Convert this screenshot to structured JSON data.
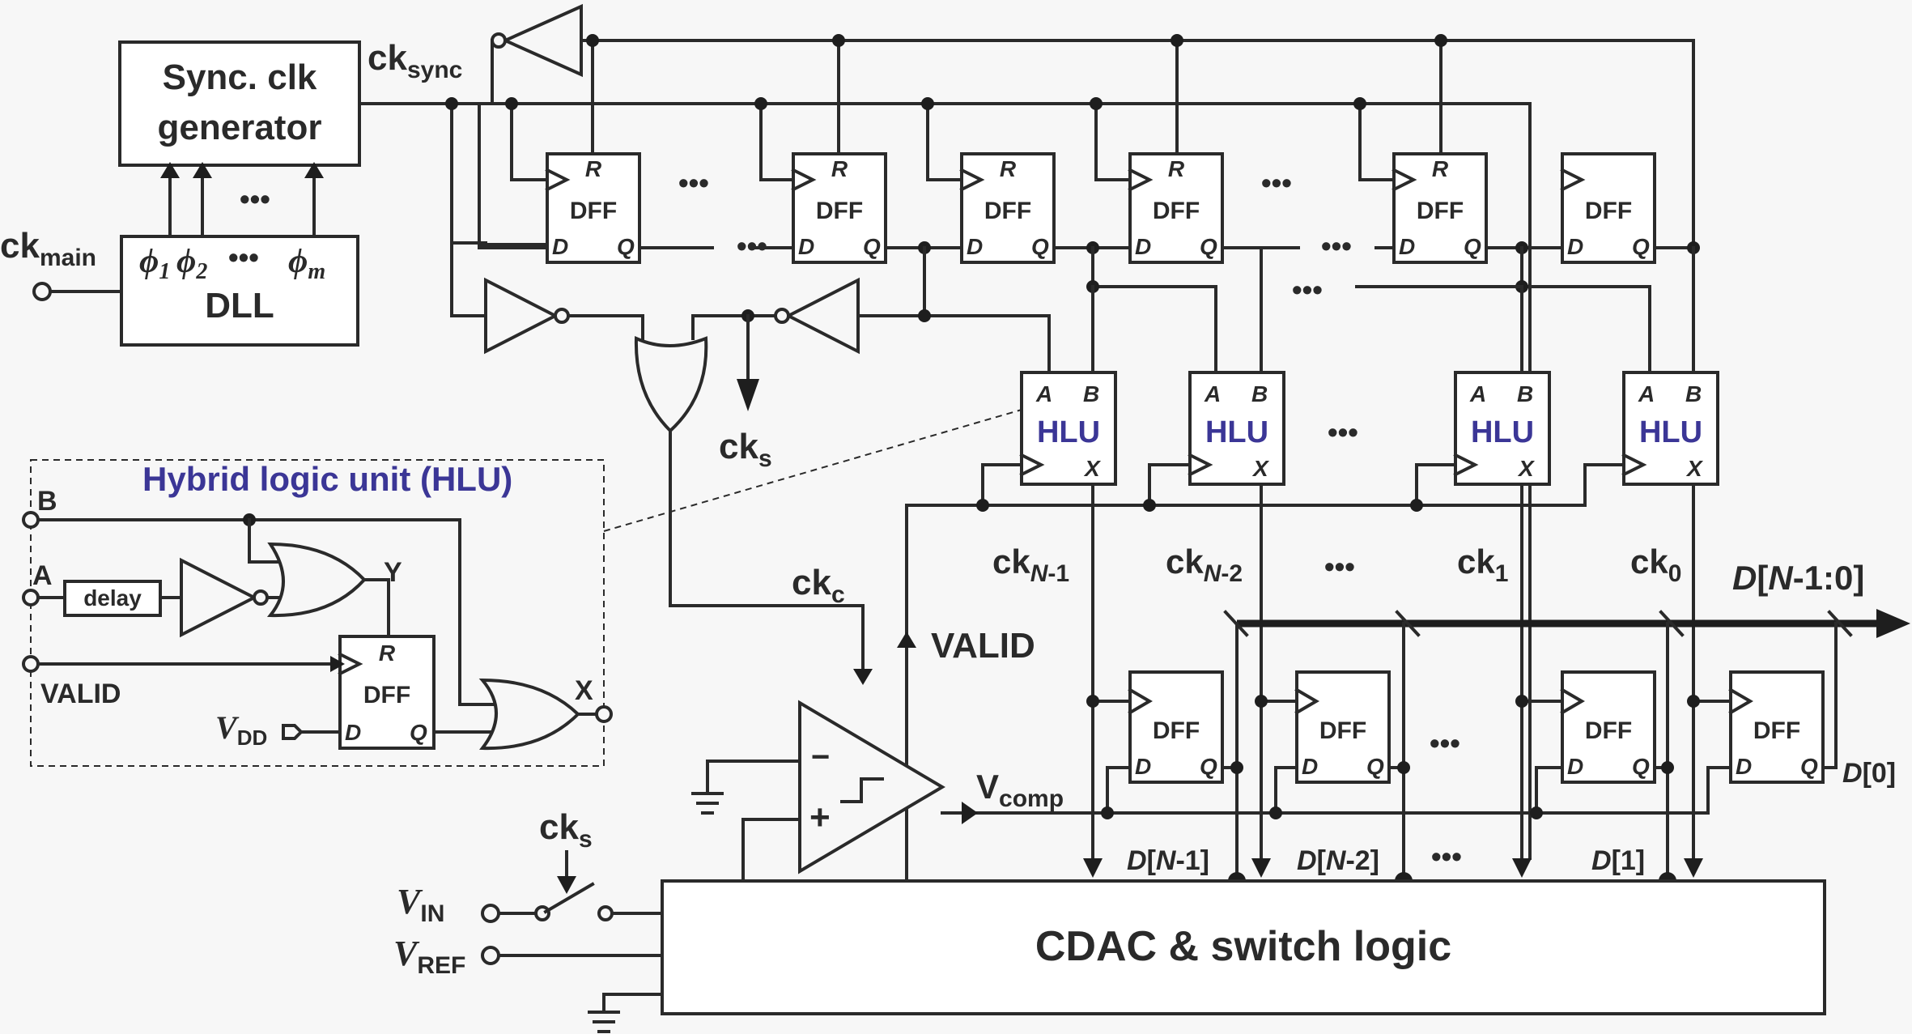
{
  "blocks": {
    "sync_gen_line1": "Sync. clk",
    "sync_gen_line2": "generator",
    "dll": "DLL",
    "dff": "DFF",
    "hlu": "HLU",
    "cdac": "CDAC & switch logic",
    "delay": "delay",
    "hlu_title": "Hybrid logic unit (HLU)"
  },
  "pins": {
    "R": "R",
    "D": "D",
    "Q": "Q",
    "A": "A",
    "B": "B",
    "X": "X",
    "Y": "Y"
  },
  "phases": {
    "phi": "ϕ",
    "s1": "1",
    "s2": "2",
    "sm": "m"
  },
  "signals": {
    "ck": "ck",
    "main": "main",
    "sync": "sync",
    "s": "s",
    "c": "c",
    "nm1": "N",
    "nm1b": "-1",
    "nm2b": "-2",
    "one": "1",
    "zero": "0",
    "valid": "VALID",
    "V": "V",
    "comp": "comp",
    "in": "IN",
    "ref": "REF",
    "dd": "DD",
    "dbus_d": "D",
    "dbus_open": "[",
    "dbus_n": "N",
    "dbus_rest": "-1:0]",
    "d_n1_close": "-1]",
    "d_n2_close": "-2]",
    "d_1": "[1]",
    "d_0": "[0]",
    "minus": "−",
    "plus": "+",
    "ellipsis": "•••"
  },
  "colors": {
    "ink": "#2a2a2a",
    "hlu_text": "#3b3696",
    "background": "#f7f7f7"
  }
}
